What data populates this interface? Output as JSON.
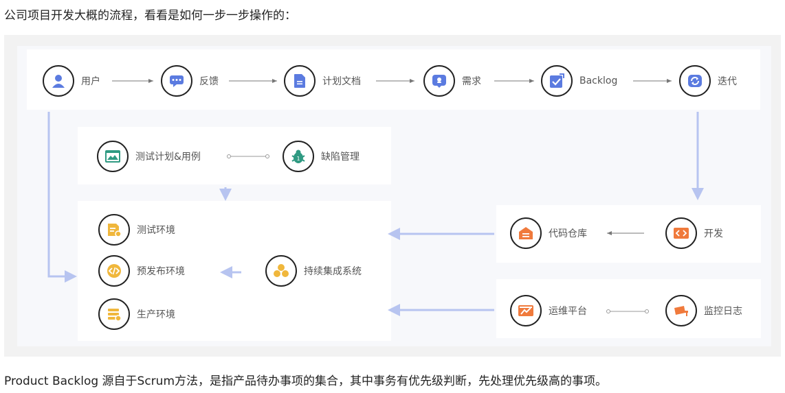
{
  "intro_text": "公司项目开发大概的流程，看看是如何一步一步操作的：",
  "outro_text": "Product Backlog 源自于Scrum方法，是指产品待办事项的集合，其中事务有优先级判断，先处理优先级高的事项。",
  "colors": {
    "blue": "#5b7be0",
    "teal": "#2f9a82",
    "yellow": "#f0b73c",
    "orange": "#f07a3c",
    "arrow_light": "#b7c4f0"
  },
  "top_row": [
    {
      "label": "用户",
      "icon": "user-icon"
    },
    {
      "label": "反馈",
      "icon": "chat-bubble-icon"
    },
    {
      "label": "计划文档",
      "icon": "document-icon"
    },
    {
      "label": "需求",
      "icon": "requirement-icon"
    },
    {
      "label": "Backlog",
      "icon": "checklist-icon"
    },
    {
      "label": "迭代",
      "icon": "cycle-icon"
    }
  ],
  "test_row": [
    {
      "label": "测试计划&用例",
      "icon": "browser-window-icon"
    },
    {
      "label": "缺陷管理",
      "icon": "bug-icon"
    }
  ],
  "environments": [
    {
      "label": "测试环境",
      "icon": "test-env-icon"
    },
    {
      "label": "预发布环境",
      "icon": "code-icon"
    },
    {
      "label": "生产环境",
      "icon": "server-icon"
    }
  ],
  "ci": {
    "label": "持续集成系统",
    "icon": "boxes-icon"
  },
  "dev": [
    {
      "label": "代码仓库",
      "icon": "repository-icon"
    },
    {
      "label": "开发",
      "icon": "dev-code-icon"
    }
  ],
  "ops": [
    {
      "label": "运维平台",
      "icon": "ops-panel-icon"
    },
    {
      "label": "监控日志",
      "icon": "camera-icon"
    }
  ]
}
